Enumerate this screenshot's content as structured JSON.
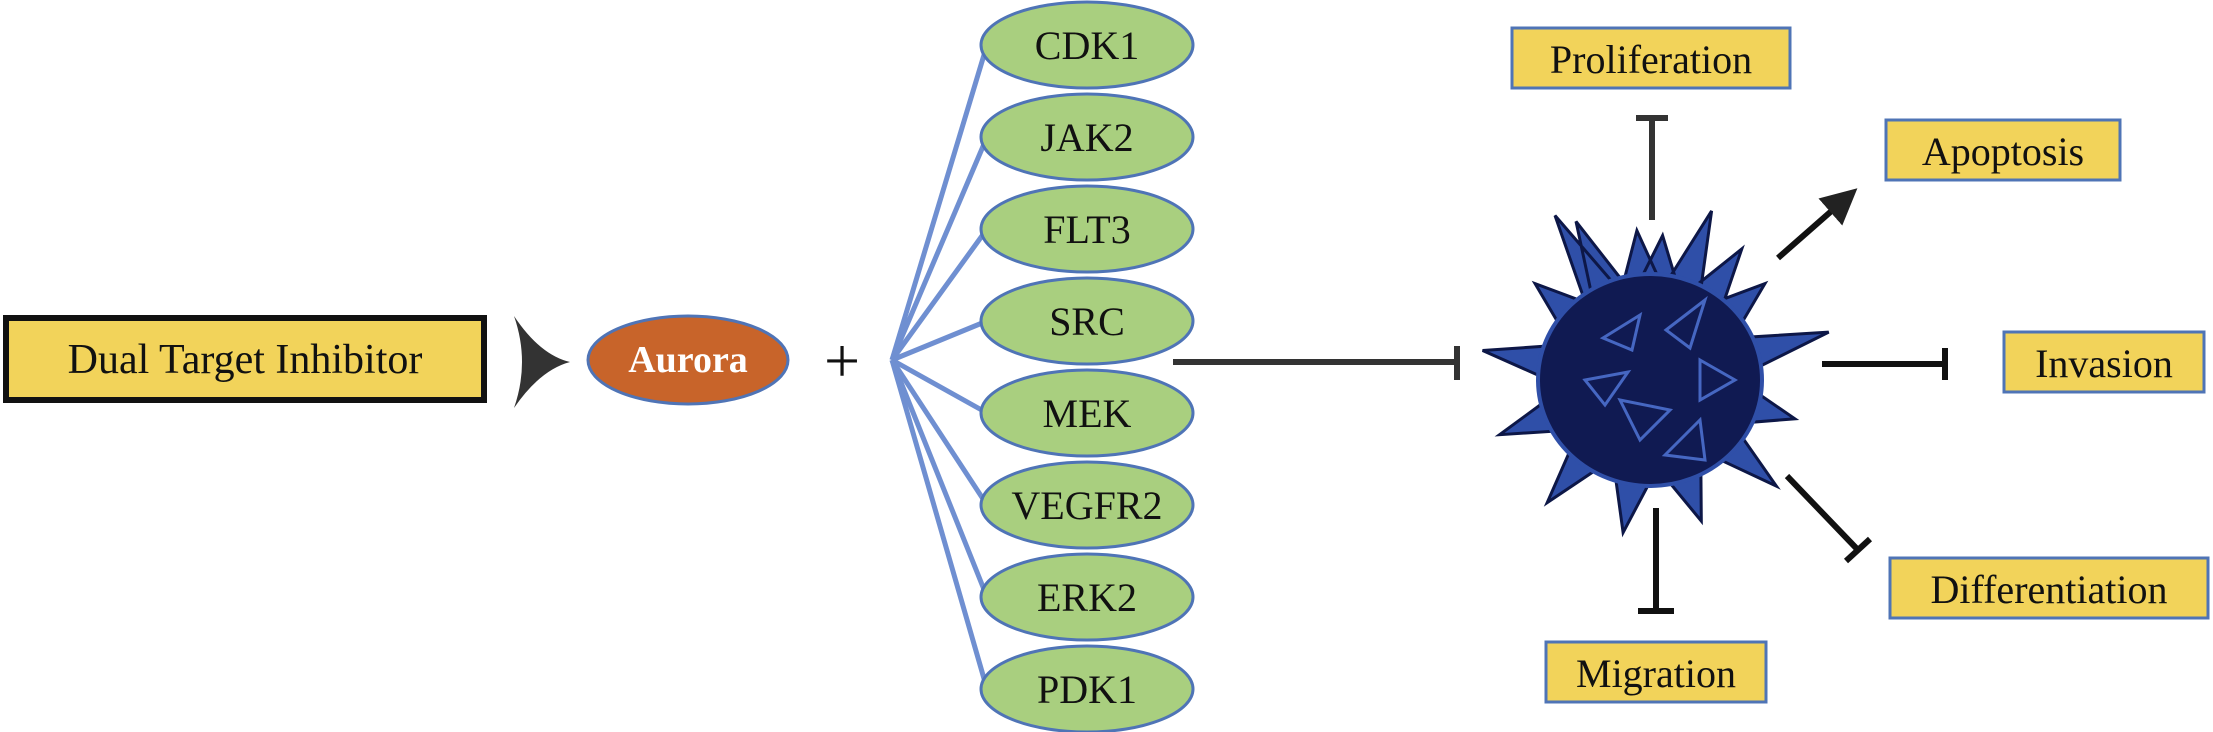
{
  "source": {
    "label": "Dual Target Inhibitor"
  },
  "primary_target": {
    "label": "Aurora"
  },
  "operator": "+",
  "kinases": [
    {
      "label": "CDK1"
    },
    {
      "label": "JAK2"
    },
    {
      "label": "FLT3"
    },
    {
      "label": "SRC"
    },
    {
      "label": "MEK"
    },
    {
      "label": "VEGFR2"
    },
    {
      "label": "ERK2"
    },
    {
      "label": "PDK1"
    }
  ],
  "outcomes": {
    "proliferation": {
      "label": "Proliferation",
      "effect": "inhibit"
    },
    "apoptosis": {
      "label": "Apoptosis",
      "effect": "activate"
    },
    "invasion": {
      "label": "Invasion",
      "effect": "inhibit"
    },
    "differentiation": {
      "label": "Differentiation",
      "effect": "inhibit"
    },
    "migration": {
      "label": "Migration",
      "effect": "inhibit"
    }
  },
  "colors": {
    "box_fill": "#f2d35a",
    "kinase_fill": "#a9cf7f",
    "kinase_stroke": "#4f74b6",
    "aurora_fill": "#c8642a",
    "connector": "#6f8fd1",
    "cell_body": "#101a52",
    "cell_spike": "#2f4fa8",
    "arrow": "#222222"
  }
}
